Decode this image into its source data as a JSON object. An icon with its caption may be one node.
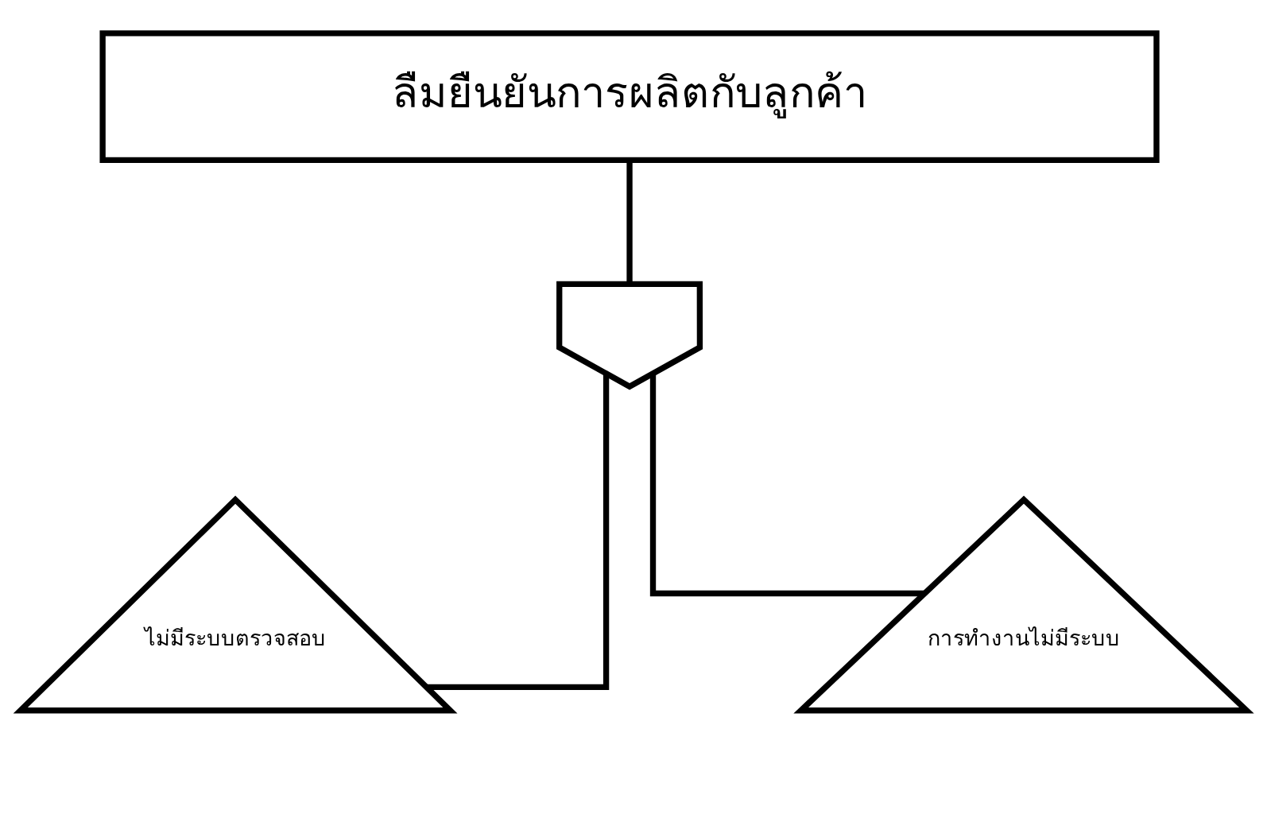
{
  "diagram": {
    "nodes": [
      {
        "text": [
          "ลืมยืนยันการผลิตกับลูกค้า"
        ]
      },
      {
        "text": [],
        "shape": "gate"
      },
      {
        "text": [
          "ไม่มีระบบตรวจสอบ"
        ]
      },
      {
        "text": [
          "การทำงานไม่มีระบบ"
        ]
      }
    ],
    "edges": [
      {
        "from": 0,
        "to": 1,
        "arrow": "none"
      },
      {
        "from": 1,
        "to": 2,
        "arrow": "none"
      },
      {
        "from": 1,
        "to": 3,
        "arrow": "none"
      }
    ]
  }
}
